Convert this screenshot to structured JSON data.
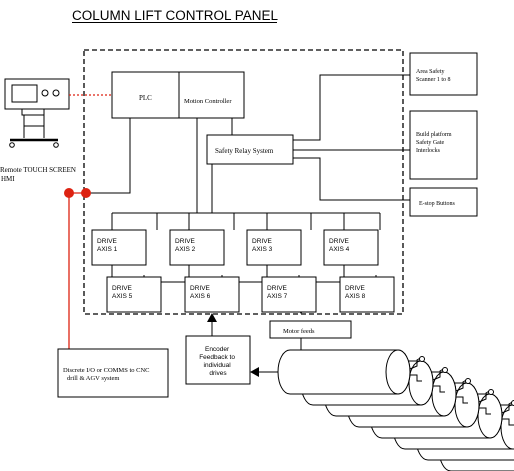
{
  "title": "COLUMN LIFT CONTROL PANEL",
  "blocks": {
    "plc": "PLC",
    "motion_controller": "Motion Controller",
    "safety_relay": "Safety Relay System",
    "area_safety": [
      "Area Safety",
      "Scanner 1 to 8"
    ],
    "build_platform": [
      "Build platform",
      "Safety Gate",
      "Interlocks"
    ],
    "estop": "E-stop  Buttons",
    "touch_screen": [
      "Remote TOUCH SCREEN",
      "HMI"
    ],
    "motor_feeds": "Motor feeds",
    "encoder": [
      "Encoder",
      "Feedback to",
      "individual",
      "drives"
    ],
    "discrete_io": [
      "Discrete I/O or COMMS to CNC",
      "drill & AGV system"
    ]
  },
  "drives": [
    {
      "line1": "DRIVE",
      "line2": "AXIS 1"
    },
    {
      "line1": "DRIVE",
      "line2": "AXIS 2"
    },
    {
      "line1": "DRIVE",
      "line2": "AXIS 3"
    },
    {
      "line1": "DRIVE",
      "line2": "AXIS 4"
    },
    {
      "line1": "DRIVE",
      "line2": "AXIS 5"
    },
    {
      "line1": "DRIVE",
      "line2": "AXIS 6"
    },
    {
      "line1": "DRIVE",
      "line2": "AXIS 7"
    },
    {
      "line1": "DRIVE",
      "line2": "AXIS 8"
    }
  ],
  "colors": {
    "line": "#000000",
    "comms": "#dd2211"
  }
}
